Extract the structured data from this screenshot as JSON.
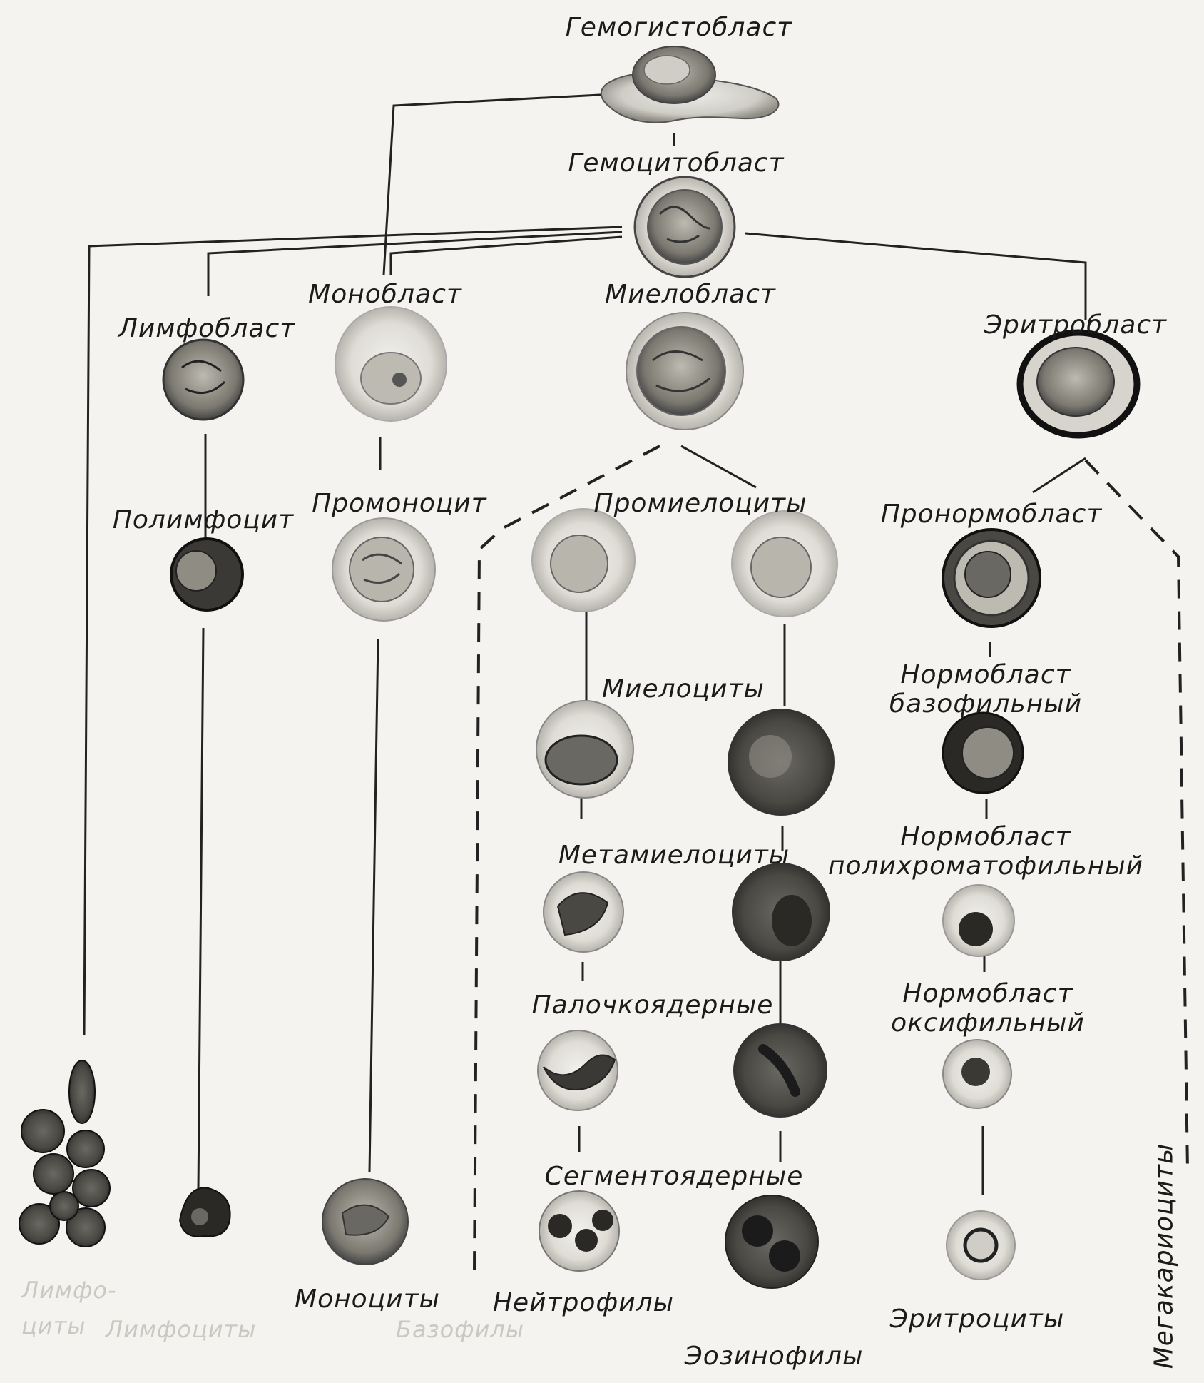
{
  "diagram": {
    "nodes": {
      "hemohistoblast": "Гемогистобласт",
      "hemocytoblast": "Гемоцитобласт",
      "lymphoblast": "Лимфобласт",
      "monoblast": "Монобласт",
      "myeloblast": "Миелобласт",
      "erythroblast": "Эритробласт",
      "polylymphocyte": "Полимфоцит",
      "promonocyte": "Промоноцит",
      "promyelocytes": "Промиелоциты",
      "pronormoblast": "Пронормобласт",
      "myelocytes": "Миелоциты",
      "normoblast_basophilic": [
        "Нормобласт",
        "базофильный"
      ],
      "metamyelocytes": "Метамиелоциты",
      "normoblast_polychromatophilic": [
        "Нормобласт",
        "полихроматофильный"
      ],
      "band_cells": "Палочкоядерные",
      "normoblast_oxyphilic": [
        "Нормобласт",
        "оксифильный"
      ],
      "segmented": "Сегментоядерные",
      "monocytes": "Моноциты",
      "neutrophils": "Нейтрофилы",
      "erythrocytes": "Эритроциты",
      "eosinophils": "Эозинофилы",
      "megakaryocytes": "Мегакариоциты"
    },
    "faint_labels": [
      "Лимфо-",
      "циты",
      "Лимфоциты",
      "Базофилы"
    ]
  }
}
